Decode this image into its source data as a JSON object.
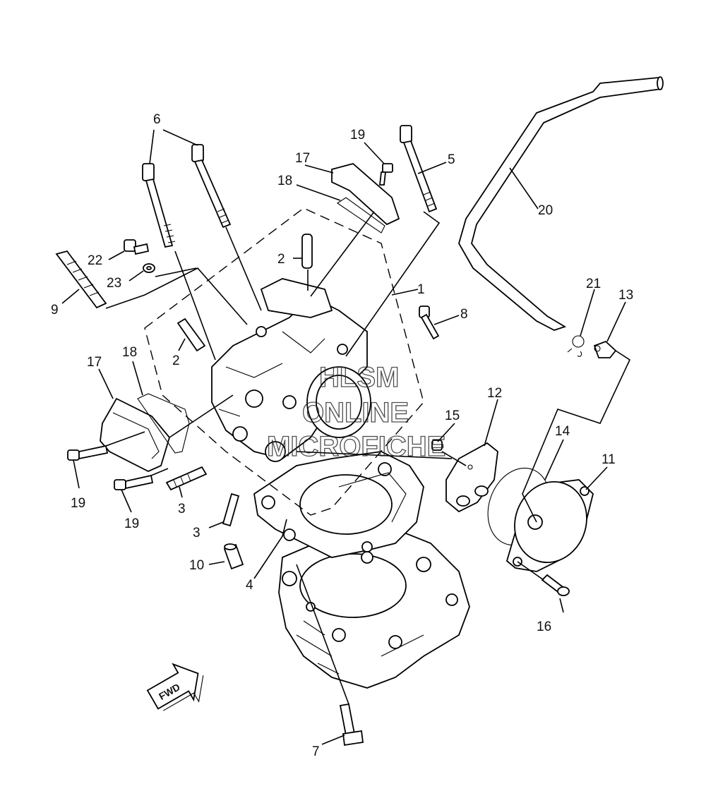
{
  "callouts": {
    "c1": "1",
    "c2a": "2",
    "c2b": "2",
    "c3a": "3",
    "c3b": "3",
    "c4": "4",
    "c5": "5",
    "c6": "6",
    "c7": "7",
    "c8": "8",
    "c9": "9",
    "c10": "10",
    "c11": "11",
    "c12": "12",
    "c13": "13",
    "c14": "14",
    "c15": "15",
    "c16": "16",
    "c17a": "17",
    "c17b": "17",
    "c18a": "18",
    "c18b": "18",
    "c19a": "19",
    "c19b": "19",
    "c19c": "19",
    "c20": "20",
    "c21": "21",
    "c22": "22",
    "c23": "23"
  },
  "fwd_arrow": "FWD",
  "watermark": {
    "line1": "HLSM",
    "line2": "ONLINE",
    "line3": "MICROFICHE"
  }
}
